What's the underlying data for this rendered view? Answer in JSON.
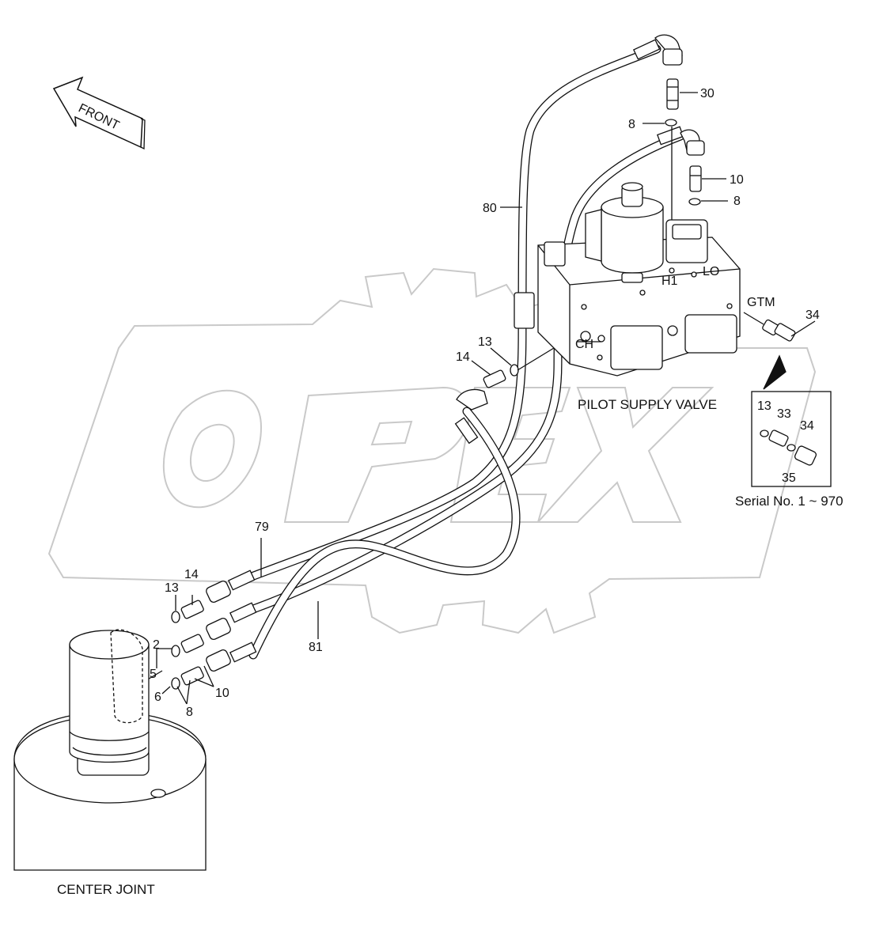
{
  "callouts": {
    "c80": "80",
    "c30": "30",
    "c8a": "8",
    "c10a": "10",
    "c8b": "8",
    "cH1": "H1",
    "cLO": "LO",
    "cGTM": "GTM",
    "c34a": "34",
    "cCH": "CH",
    "c13a": "13",
    "c14a": "14",
    "c79": "79",
    "c14b": "14",
    "c13b": "13",
    "c2": "2",
    "c5": "5",
    "c6": "6",
    "c10b": "10",
    "c8c": "8",
    "c81": "81",
    "c13c": "13",
    "c33": "33",
    "c34b": "34",
    "c35": "35"
  },
  "captions": {
    "front": "FRONT",
    "pilot_valve": "PILOT SUPPLY VALVE",
    "serial": "Serial No. 1 ~ 970",
    "center_joint": "CENTER JOINT",
    "watermark": "OPEX"
  }
}
